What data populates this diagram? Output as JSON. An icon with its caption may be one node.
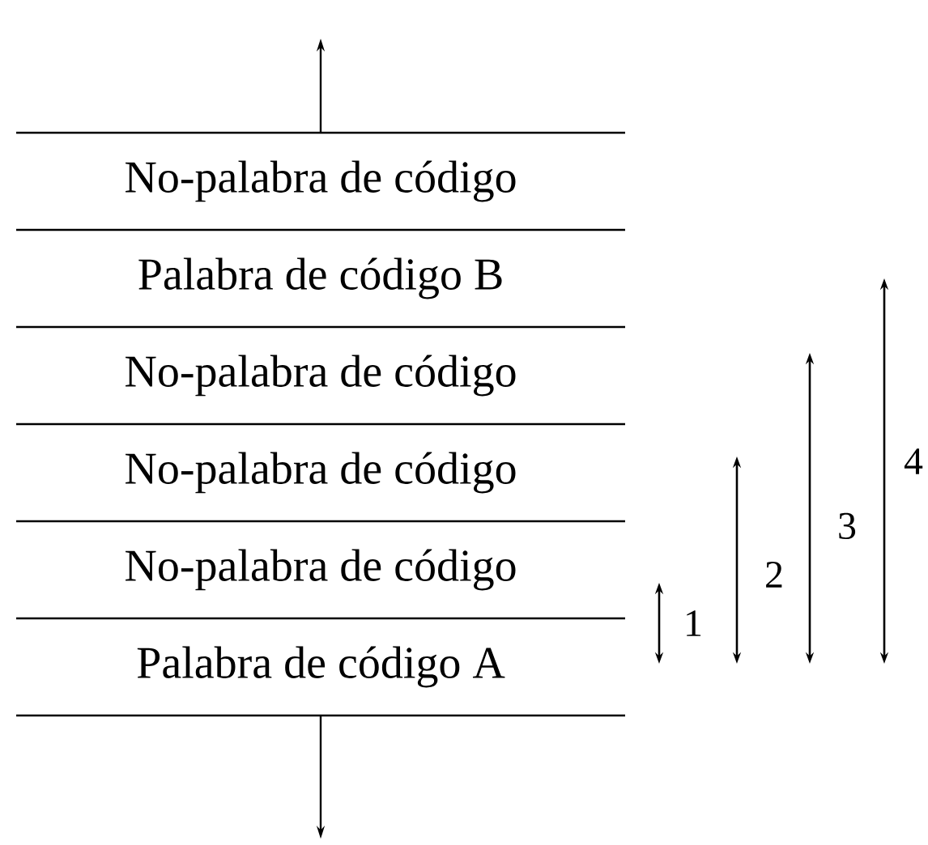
{
  "diagram": {
    "nodes": [
      {
        "text": [
          "No-palabra de código"
        ]
      },
      {
        "text": [
          "Palabra de código B"
        ]
      },
      {
        "text": [
          "No-palabra de código"
        ]
      },
      {
        "text": [
          "No-palabra de código"
        ]
      },
      {
        "text": [
          "No-palabra de código"
        ]
      },
      {
        "text": [
          "Palabra de código A"
        ]
      }
    ],
    "edges": [
      {
        "from": 0,
        "to": null,
        "arrow": "to"
      },
      {
        "from": 5,
        "to": null,
        "arrow": "to"
      }
    ],
    "labels": [
      "4",
      "3",
      "2",
      "1"
    ]
  }
}
